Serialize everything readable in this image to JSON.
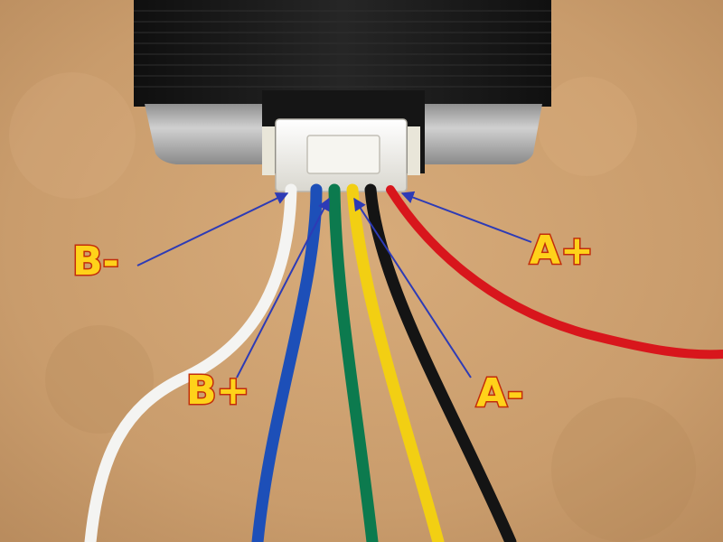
{
  "labels": {
    "b_minus": "B-",
    "b_plus": "B+",
    "a_minus": "A-",
    "a_plus": "A+"
  },
  "wires": [
    {
      "name": "white",
      "color": "#f4f4f2"
    },
    {
      "name": "blue",
      "color": "#1d4fb8"
    },
    {
      "name": "green",
      "color": "#0c7a4e"
    },
    {
      "name": "yellow",
      "color": "#f2cf13"
    },
    {
      "name": "black",
      "color": "#141414"
    },
    {
      "name": "red",
      "color": "#d8161c"
    }
  ],
  "colors": {
    "background": "#c79a6a",
    "label_fill": "#ffd21a",
    "label_outline": "#c22d0a",
    "pointer_line": "#2d3bb6"
  }
}
